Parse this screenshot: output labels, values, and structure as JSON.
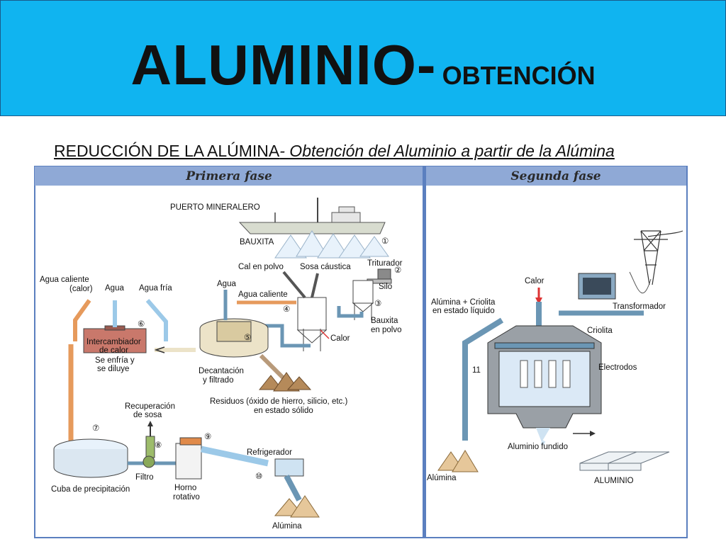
{
  "title": {
    "main": "ALUMINIO-",
    "sub": "OBTENCIÓN"
  },
  "subtitle": {
    "part1": "REDUCCIÓN DE LA ALÚMINA",
    "part2": "- Obtención del Aluminio a partir de la Alúmina"
  },
  "panels": {
    "first": "Primera fase",
    "second": "Segunda fase"
  },
  "labels_first": {
    "puerto": "PUERTO MINERALERO",
    "bauxita": "BAUXITA",
    "cal": "Cal en polvo",
    "sosa": "Sosa cáustica",
    "triturador": "Triturador",
    "silo": "Silo",
    "bauxita_polvo_1": "Bauxita",
    "bauxita_polvo_2": "en polvo",
    "calor": "Calor",
    "agua_caliente_top": "Agua caliente",
    "agua_caliente_calor": "(calor)",
    "agua": "Agua",
    "agua_fria": "Agua fría",
    "agua2": "Agua",
    "agua_caliente2": "Agua caliente",
    "intercambiador_1": "Intercambiador",
    "intercambiador_2": "de calor",
    "enfria_1": "Se enfría y",
    "enfria_2": "se diluye",
    "decantacion_1": "Decantación",
    "decantacion_2": "y filtrado",
    "residuos_1": "Residuos (óxido de hierro, silicio, etc.)",
    "residuos_2": "en estado sólido",
    "recuperacion_1": "Recuperación",
    "recuperacion_2": "de sosa",
    "filtro": "Filtro",
    "cuba": "Cuba de precipitación",
    "horno_1": "Horno",
    "horno_2": "rotativo",
    "refrigerador": "Refrigerador",
    "alumina": "Alúmina"
  },
  "labels_second": {
    "calor": "Calor",
    "alumina_criolita_1": "Alúmina + Criolita",
    "alumina_criolita_2": "en estado líquido",
    "transformador": "Transformador",
    "criolita": "Criolita",
    "electrodos": "Electrodos",
    "aluminio_fundido": "Aluminio fundido",
    "alumina": "Alúmina",
    "aluminio": "ALUMINIO"
  },
  "step_numbers": [
    "①",
    "②",
    "③",
    "④",
    "⑤",
    "⑥",
    "⑦",
    "⑧",
    "⑨",
    "⑩",
    "11"
  ],
  "colors": {
    "banner": "#10b4f0",
    "panel_header": "#8fa9d6",
    "panel_border": "#5b7fbf",
    "hot_pipe": "#e69a5c",
    "cold_pipe": "#9cc9e8",
    "steel_pipe": "#6b96b4",
    "beige": "#ece3c8"
  }
}
